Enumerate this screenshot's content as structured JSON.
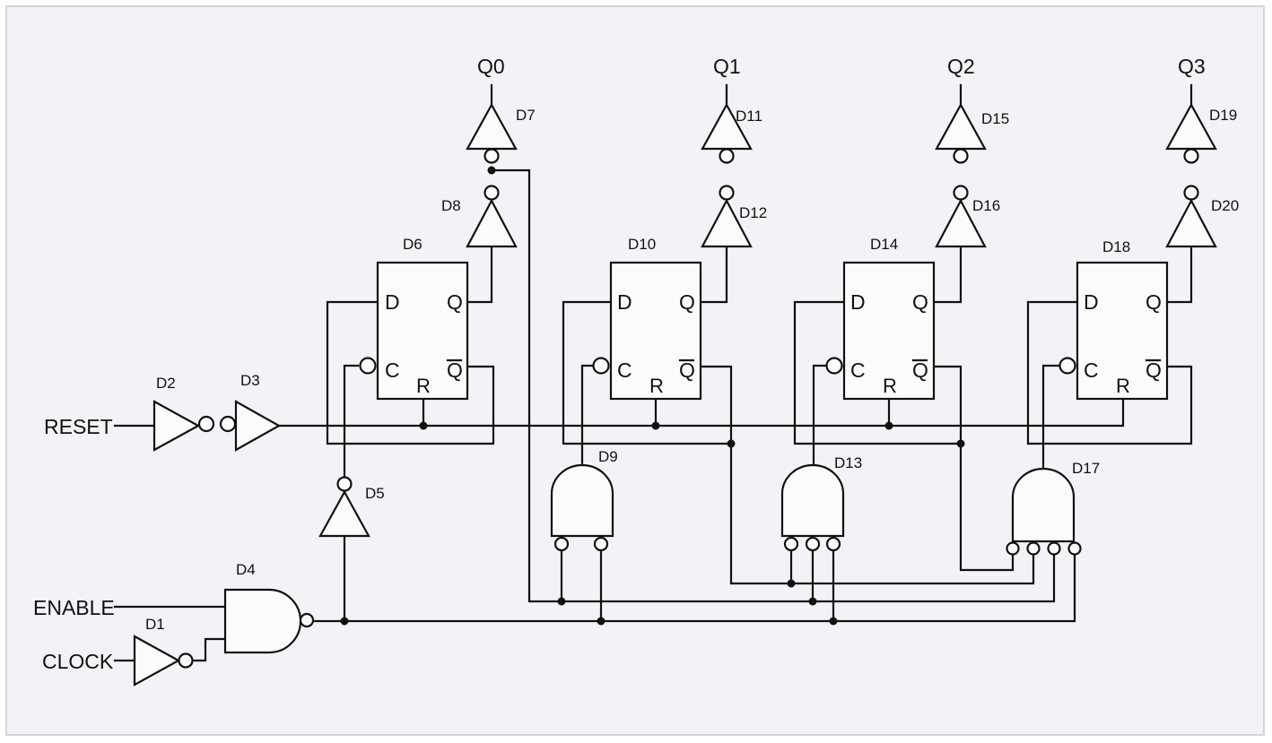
{
  "inputs": {
    "reset": "RESET",
    "enable": "ENABLE",
    "clock": "CLOCK"
  },
  "outputs": [
    "Q0",
    "Q1",
    "Q2",
    "Q3"
  ],
  "flipflops": [
    {
      "name": "D6",
      "d": "D",
      "c": "C",
      "q": "Q",
      "qbar": "Q",
      "r": "R"
    },
    {
      "name": "D10",
      "d": "D",
      "c": "C",
      "q": "Q",
      "qbar": "Q",
      "r": "R"
    },
    {
      "name": "D14",
      "d": "D",
      "c": "C",
      "q": "Q",
      "qbar": "Q",
      "r": "R"
    },
    {
      "name": "D18",
      "d": "D",
      "c": "C",
      "q": "Q",
      "qbar": "Q",
      "r": "R"
    }
  ],
  "gates": {
    "d1": "D1",
    "d2": "D2",
    "d3": "D3",
    "d4": "D4",
    "d5": "D5",
    "d7": "D7",
    "d8": "D8",
    "d9": "D9",
    "d11": "D11",
    "d12": "D12",
    "d13": "D13",
    "d15": "D15",
    "d16": "D16",
    "d17": "D17",
    "d19": "D19",
    "d20": "D20"
  },
  "colors": {
    "background": "#f2f2f7",
    "line": "#111111",
    "frame": "#d4d4da"
  }
}
